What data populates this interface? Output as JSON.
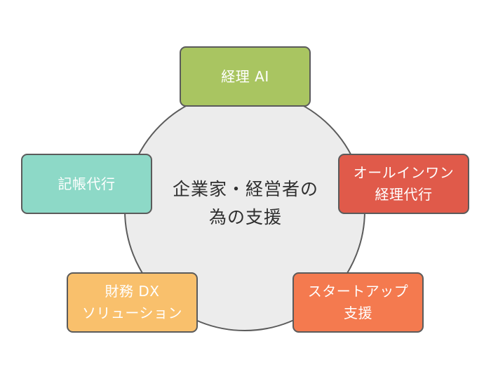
{
  "center": {
    "line1": "企業家・経営者の",
    "line2": "為の支援"
  },
  "boxes": {
    "accounting_ai": {
      "line1": "経理 AI",
      "color": "#a9c561"
    },
    "bookkeeping": {
      "line1": "記帳代行",
      "color": "#8dd9c7"
    },
    "all_in_one": {
      "line1": "オールインワン",
      "line2": "経理代行",
      "color": "#e05a4a"
    },
    "finance_dx": {
      "line1": "財務 DX",
      "line2": "ソリューション",
      "color": "#f9c06c"
    },
    "startup": {
      "line1": "スタートアップ",
      "line2": "支援",
      "color": "#f47a4f"
    }
  }
}
